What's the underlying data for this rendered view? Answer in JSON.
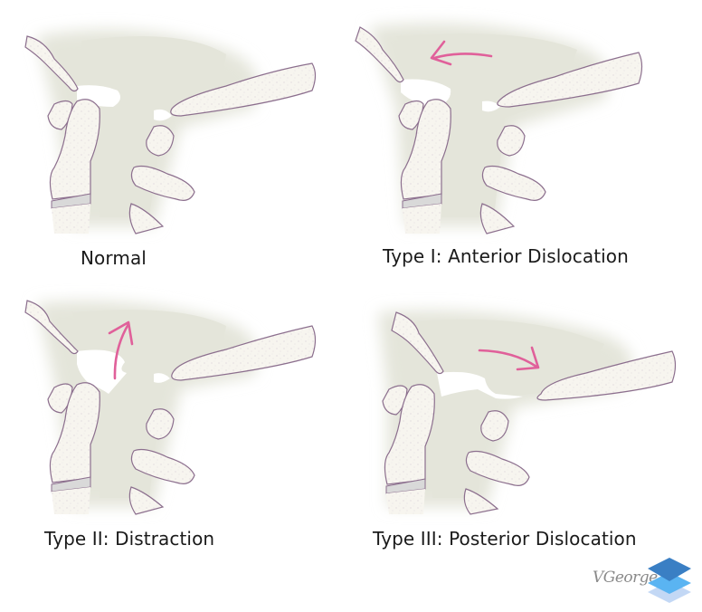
{
  "figure": {
    "panels": [
      {
        "id": "normal",
        "caption": "Normal",
        "arrow": "none"
      },
      {
        "id": "type1",
        "caption": "Type I: Anterior Dislocation",
        "arrow": "anterior"
      },
      {
        "id": "type2",
        "caption": "Type II: Distraction",
        "arrow": "superior"
      },
      {
        "id": "type3",
        "caption": "Type III: Posterior Dislocation",
        "arrow": "posterior"
      }
    ],
    "colors": {
      "soft_tissue": "#e4e5da",
      "bone_fill": "#f7f5ef",
      "bone_outline": "#8c6f8e",
      "disc": "#d9d9d9",
      "arrow": "#e0609a"
    }
  },
  "watermark": {
    "signature": "VGeorge",
    "logo_icon": "layers-icon",
    "logo_colors": [
      "#3a7fc4",
      "#5ab4f2",
      "#c3d8f5"
    ]
  }
}
